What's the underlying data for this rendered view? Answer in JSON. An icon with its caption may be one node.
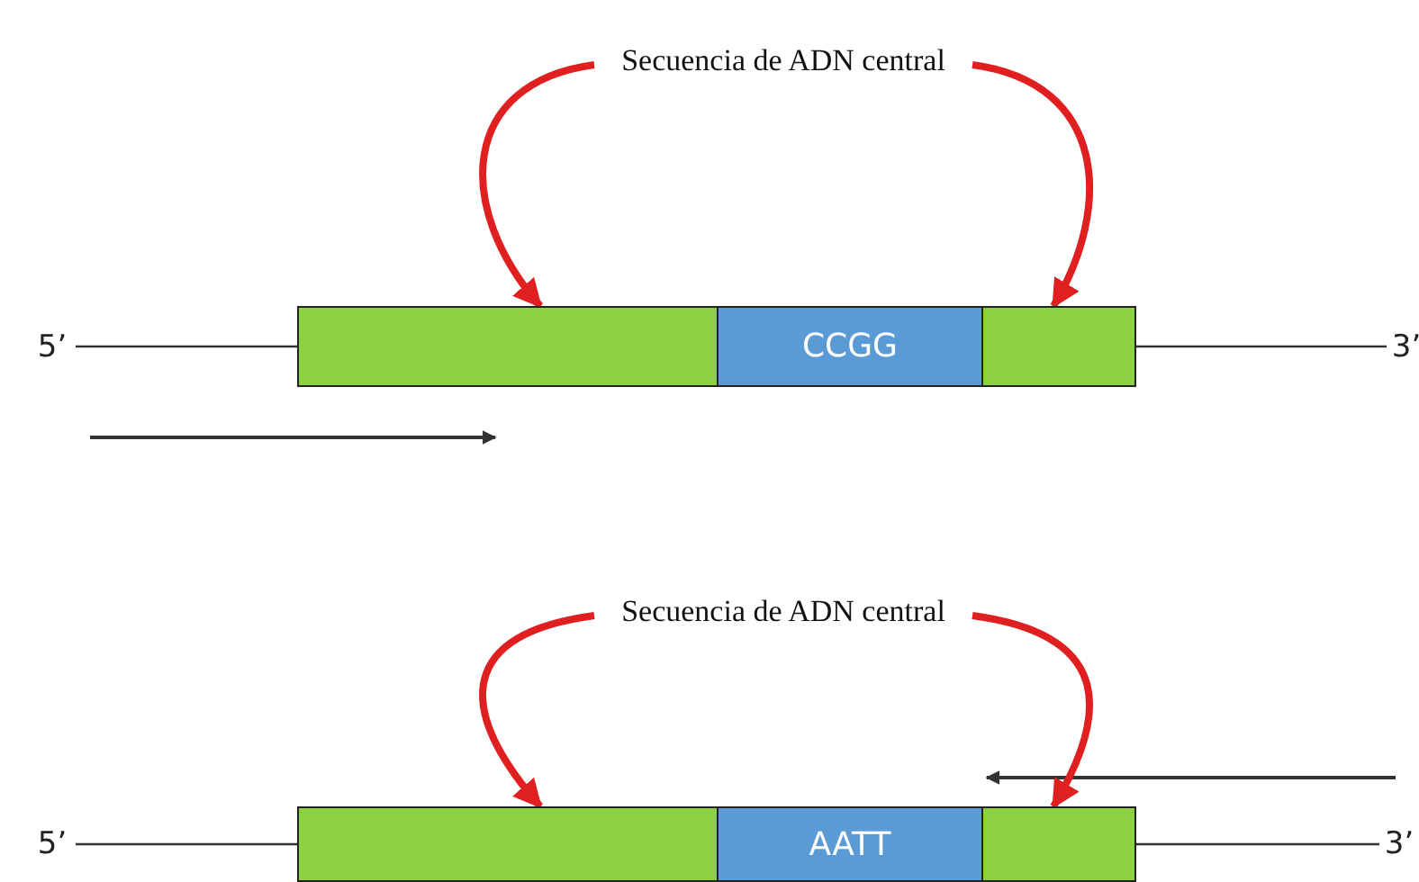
{
  "diagram": {
    "nodes": [
      {
        "text": [
          "Secuencia de ADN central"
        ]
      },
      {
        "text": [],
        "shape": "bar"
      },
      {
        "text": [
          "CCGG"
        ]
      },
      {
        "text": [],
        "shape": "bar"
      },
      {
        "text": [
          "Secuencia de ADN central"
        ]
      },
      {
        "text": [],
        "shape": "bar"
      },
      {
        "text": [
          "AATT"
        ]
      },
      {
        "text": [],
        "shape": "bar"
      },
      {
        "text": [
          "5’"
        ]
      },
      {
        "text": [
          "3’"
        ]
      },
      {
        "text": [
          "5’"
        ]
      },
      {
        "text": [
          "3’"
        ]
      }
    ],
    "edges": [
      {
        "from": 0,
        "to": 1,
        "arrow": "to",
        "style": "thick",
        "color": "#e02020"
      },
      {
        "from": 0,
        "to": 3,
        "arrow": "to",
        "style": "thick",
        "color": "#e02020"
      },
      {
        "from": 8,
        "to": 1,
        "arrow": "none",
        "color": "#333333"
      },
      {
        "from": 3,
        "to": 9,
        "arrow": "none",
        "color": "#333333"
      },
      {
        "from": 4,
        "to": 5,
        "arrow": "to",
        "style": "thick",
        "color": "#e02020"
      },
      {
        "from": 4,
        "to": 7,
        "arrow": "to",
        "style": "thick",
        "color": "#e02020"
      },
      {
        "from": 10,
        "to": 5,
        "arrow": "none",
        "color": "#333333"
      },
      {
        "from": 7,
        "to": 11,
        "arrow": "none",
        "color": "#333333"
      }
    ]
  }
}
